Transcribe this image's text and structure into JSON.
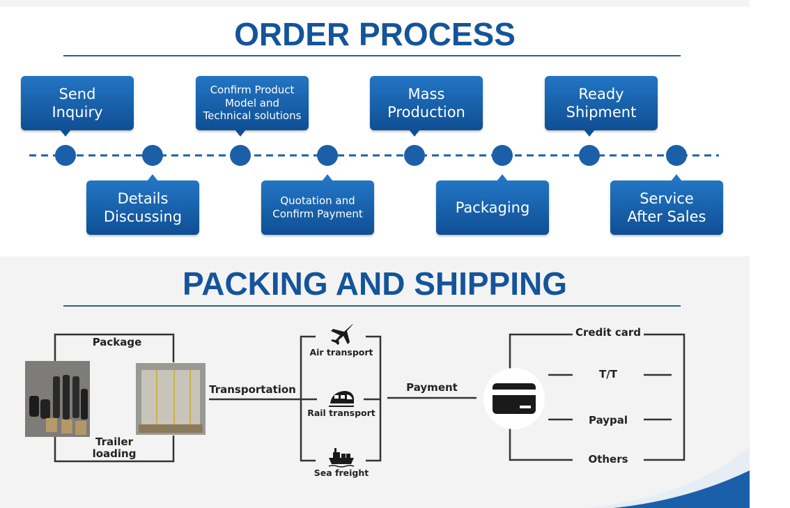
{
  "order_process": {
    "title": "ORDER PROCESS",
    "steps": [
      {
        "label": "Send\nInquiry",
        "pos": "top"
      },
      {
        "label": "Details\nDiscussing",
        "pos": "bottom"
      },
      {
        "label": "Confirm Product\nModel and\nTechnical solutions",
        "pos": "top"
      },
      {
        "label": "Quotation and\nConfirm Payment",
        "pos": "bottom"
      },
      {
        "label": "Mass\nProduction",
        "pos": "top"
      },
      {
        "label": "Packaging",
        "pos": "bottom"
      },
      {
        "label": "Ready\nShipment",
        "pos": "top"
      },
      {
        "label": "Service\nAfter Sales",
        "pos": "bottom"
      }
    ]
  },
  "packing_shipping": {
    "title": "PACKING AND SHIPPING",
    "package_label": "Package",
    "trailer_label": "Trailer\nloading",
    "transportation_label": "Transportation",
    "transport_modes": [
      {
        "label": "Air transport",
        "icon": "airplane-icon"
      },
      {
        "label": "Rail transport",
        "icon": "train-icon"
      },
      {
        "label": "Sea freight",
        "icon": "ship-icon"
      }
    ],
    "payment_label": "Payment",
    "payment_icon": "credit-card-icon",
    "payment_methods": [
      "Credit card",
      "T/T",
      "Paypal",
      "Others"
    ]
  },
  "colors": {
    "primary_blue": "#14549a",
    "box_blue_top": "#2375c4",
    "box_blue_bottom": "#0f4f94",
    "timeline_blue": "#1b5fa8"
  }
}
